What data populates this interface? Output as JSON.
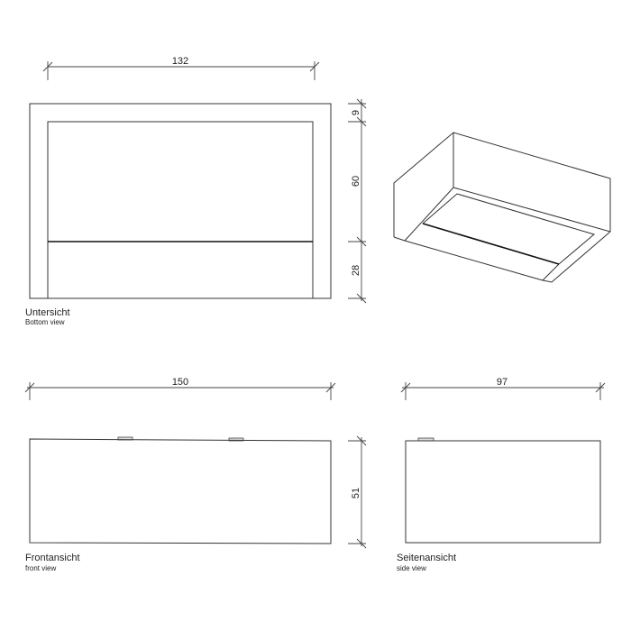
{
  "bottom_view": {
    "title": "Untersicht",
    "subtitle": "Bottom view",
    "dim_width": "132",
    "dim_top": "9",
    "dim_middle": "60",
    "dim_bottom": "28"
  },
  "front_view": {
    "title": "Frontansicht",
    "subtitle": "front view",
    "dim_width": "150",
    "dim_height": "51"
  },
  "side_view": {
    "title": "Seitenansicht",
    "subtitle": "side view",
    "dim_width": "97"
  }
}
